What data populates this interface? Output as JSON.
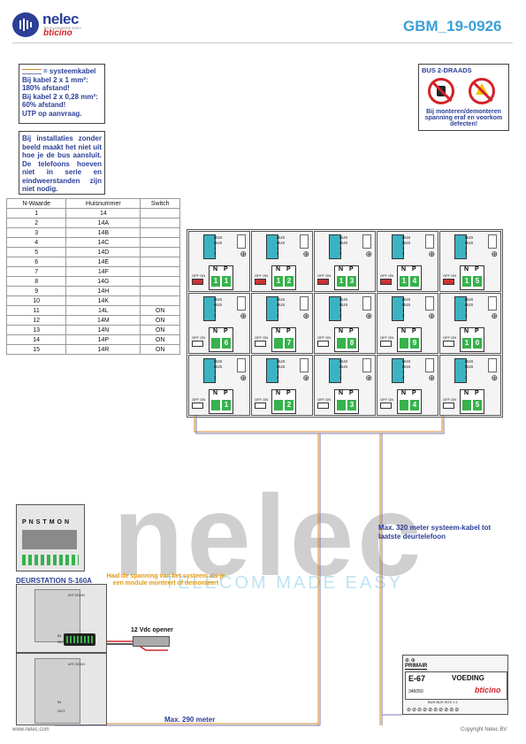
{
  "header": {
    "brand": "nelec",
    "brand_tagline": "TELECOM MADE EASY",
    "sub_brand": "bticino",
    "doc_id": "GBM_19-0926",
    "accent_color": "#3aa0d8"
  },
  "cable_note": {
    "title": "= systeemkabel",
    "lines": [
      "Bij kabel 2 x 1 mm²:",
      "180% afstand!",
      "Bij kabel 2 x 0,28 mm²:",
      "60% afstand!",
      "UTP op aanvraag."
    ]
  },
  "install_note": "Bij installaties zonder beeld maakt het niet uit hoe je de bus aansluit. De telefoons hoeven niet in serie en eindweerstanden zijn niet nodig.",
  "warning": {
    "title": "BUS 2-DRAADS",
    "text": "Bij monteren/demonteren spanning eraf en voorkom defecten!",
    "icons": [
      "no-plug-icon",
      "no-voltage-icon"
    ]
  },
  "table": {
    "headers": [
      "N-Waarde",
      "Huisnummer",
      "Switch"
    ],
    "rows": [
      [
        "1",
        "14",
        ""
      ],
      [
        "2",
        "14A",
        ""
      ],
      [
        "3",
        "14B",
        ""
      ],
      [
        "4",
        "14C",
        ""
      ],
      [
        "5",
        "14D",
        ""
      ],
      [
        "6",
        "14E",
        ""
      ],
      [
        "7",
        "14F",
        ""
      ],
      [
        "8",
        "14G",
        ""
      ],
      [
        "9",
        "14H",
        ""
      ],
      [
        "10",
        "14K",
        ""
      ],
      [
        "11",
        "14L",
        "ON"
      ],
      [
        "12",
        "14M",
        "ON"
      ],
      [
        "13",
        "14N",
        "ON"
      ],
      [
        "14",
        "14P",
        "ON"
      ],
      [
        "15",
        "14R",
        "ON"
      ]
    ]
  },
  "units": {
    "terminal_labels": [
      "BUS",
      "BUS",
      "1",
      "2"
    ],
    "switch_label": "OFF ON",
    "n_label": "N",
    "p_label": "P",
    "rows": [
      [
        {
          "n": "1",
          "p": "1"
        },
        {
          "n": "1",
          "p": "2"
        },
        {
          "n": "1",
          "p": "3"
        },
        {
          "n": "1",
          "p": "4"
        },
        {
          "n": "1",
          "p": "5"
        }
      ],
      [
        {
          "n": "",
          "p": "6"
        },
        {
          "n": "",
          "p": "7"
        },
        {
          "n": "",
          "p": "8"
        },
        {
          "n": "",
          "p": "9"
        },
        {
          "n": "1",
          "p": "0"
        }
      ],
      [
        {
          "n": "",
          "p": "1"
        },
        {
          "n": "",
          "p": "2"
        },
        {
          "n": "",
          "p": "3"
        },
        {
          "n": "",
          "p": "4"
        },
        {
          "n": "",
          "p": "5"
        }
      ]
    ]
  },
  "door_station": {
    "title": "DEURSTATION S-160A",
    "dip_labels": [
      "P",
      "N",
      "S",
      "T",
      "M",
      "ON"
    ],
    "module_code_top": "ART.351100",
    "module_code_bottom": "ART.352400",
    "in_label": "IN",
    "out_label": "OUT"
  },
  "orange_note": "Haal de spanning van het systeem als je een module monteert of demonteert",
  "opener_label": "12 Vdc opener",
  "distance_long": "Max. 320 meter systeem-kabel tot laatste deurtelefoon",
  "distance_bottom": "Max. 290 meter",
  "watermark": {
    "word": "nelec",
    "sub": "TELECOM MADE EASY"
  },
  "power_supply": {
    "label_primair": "PRIMAIR",
    "model": "E-67",
    "name": "VOEDING",
    "code": "346050",
    "brand": "bticino",
    "terminals": "BUS  BUS  SCS  1  2"
  },
  "footer": {
    "left": "www.nelec.com",
    "right": "Copyright Nelec BV"
  }
}
